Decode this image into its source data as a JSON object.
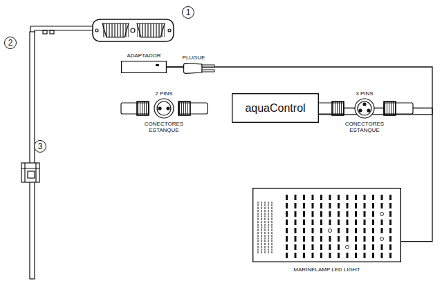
{
  "diagram": {
    "nodes": [
      {
        "text": [
          "ADAPTADOR"
        ]
      },
      {
        "text": [
          "PLUGUE"
        ]
      },
      {
        "text": [
          "aquaControl"
        ]
      },
      {
        "text": [
          "MARINELAMP LED LIGHT"
        ]
      }
    ],
    "edges": [
      {
        "from": 1,
        "to": 0,
        "arrow": "none"
      },
      {
        "from": 0,
        "to": 2,
        "arrow": "none"
      },
      {
        "from": 2,
        "to": 3,
        "arrow": "none"
      }
    ],
    "labels": [
      "1",
      "2",
      "3",
      "2 PINS",
      "CONECTORES ESTANQUE",
      "3 PINS",
      "CONECTORES ESTANQUE"
    ]
  }
}
